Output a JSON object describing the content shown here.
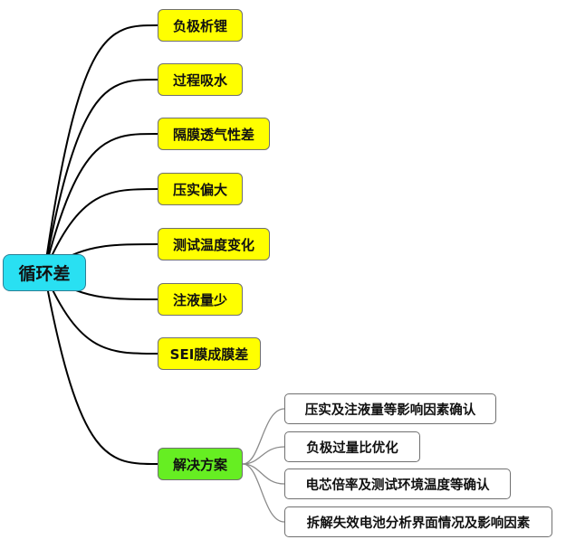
{
  "mindmap": {
    "root": {
      "label": "循环差"
    },
    "branches": [
      {
        "label": "负极析锂"
      },
      {
        "label": "过程吸水"
      },
      {
        "label": "隔膜透气性差"
      },
      {
        "label": "压实偏大"
      },
      {
        "label": "测试温度变化"
      },
      {
        "label": "注液量少"
      },
      {
        "label": "SEI膜成膜差"
      },
      {
        "label": "解决方案",
        "children": [
          {
            "label": "压实及注液量等影响因素确认"
          },
          {
            "label": "负极过量比优化"
          },
          {
            "label": "电芯倍率及测试环境温度等确认"
          },
          {
            "label": "拆解失效电池分析界面情况及影响因素"
          }
        ]
      }
    ]
  },
  "colors": {
    "root_fill": "#29e0f2",
    "branch_fill": "#ffff00",
    "solution_fill": "#66ee22",
    "leaf_fill": "#ffffff",
    "root_connector": "#000000",
    "solution_connector": "#8a8a8a"
  }
}
